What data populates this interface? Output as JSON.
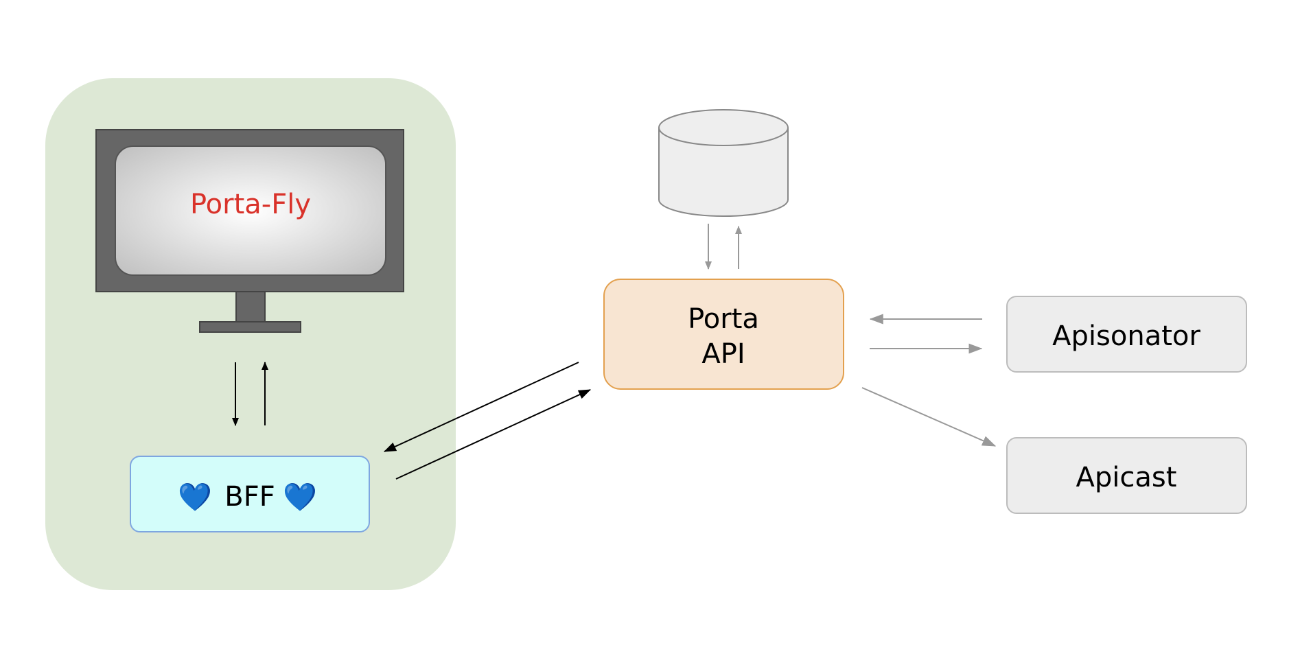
{
  "screen": {
    "label": "Porta-Fly"
  },
  "bff": {
    "label": "BFF",
    "heart": "💙"
  },
  "porta": {
    "line1": "Porta",
    "line2": "API"
  },
  "apisonator": {
    "label": "Apisonator"
  },
  "apicast": {
    "label": "Apicast"
  },
  "colors": {
    "group_bg": "#dde8d5",
    "monitor_frame": "#666666",
    "screen_text": "#d9322a",
    "bff_fill": "#d3fdfa",
    "bff_border": "#7ea6e0",
    "porta_fill": "#f8e5d2",
    "porta_border": "#e3a04e",
    "service_fill": "#ededed",
    "service_border": "#bcbcbc",
    "db_fill": "#eeeeee",
    "arrow_dark": "#000000",
    "arrow_gray": "#999999"
  }
}
